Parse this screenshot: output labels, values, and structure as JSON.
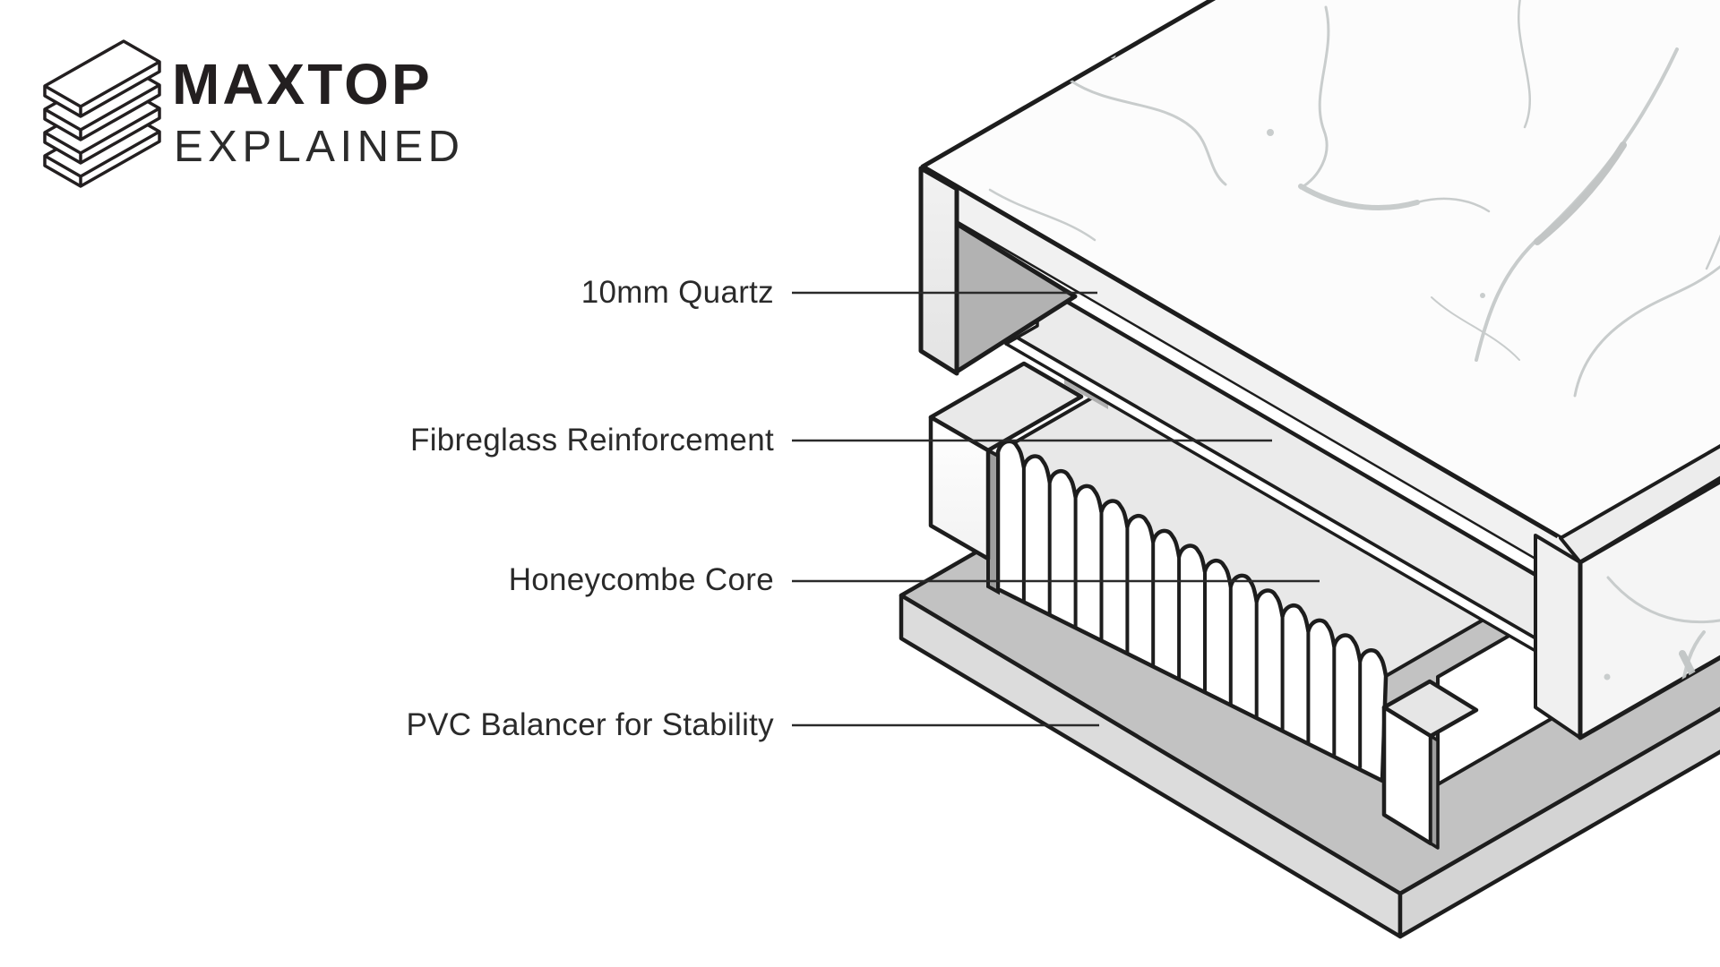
{
  "logo": {
    "brand": "MAXTOP",
    "tagline": "EXPLAINED",
    "icon": "stacked-slabs-icon"
  },
  "diagram": {
    "title_implied": "Countertop construction exploded view",
    "labels": [
      {
        "id": "quartz",
        "text": "10mm Quartz"
      },
      {
        "id": "fibreglass",
        "text": "Fibreglass Reinforcement"
      },
      {
        "id": "honeycombe",
        "text": "Honeycombe Core"
      },
      {
        "id": "pvc",
        "text": "PVC Balancer for Stability"
      }
    ]
  },
  "appearance": {
    "background": "#ffffff",
    "ink_outline": "#1d1d1d",
    "label_text": "#2a2a2a",
    "logo_text": "#231f20",
    "marble_surface": "#fcfcfc",
    "marble_vein": "#c6caca",
    "panel_light": "#f1f1f1",
    "end_face_gray": "#ececec",
    "inner_shadow_gray": "#b2b2b2",
    "core_top_gray": "#e8e8e8",
    "base_top_gray": "#c2c2c2",
    "base_side_gray": "#dcdcdc",
    "sliver_dark": "#9e9e9e"
  }
}
